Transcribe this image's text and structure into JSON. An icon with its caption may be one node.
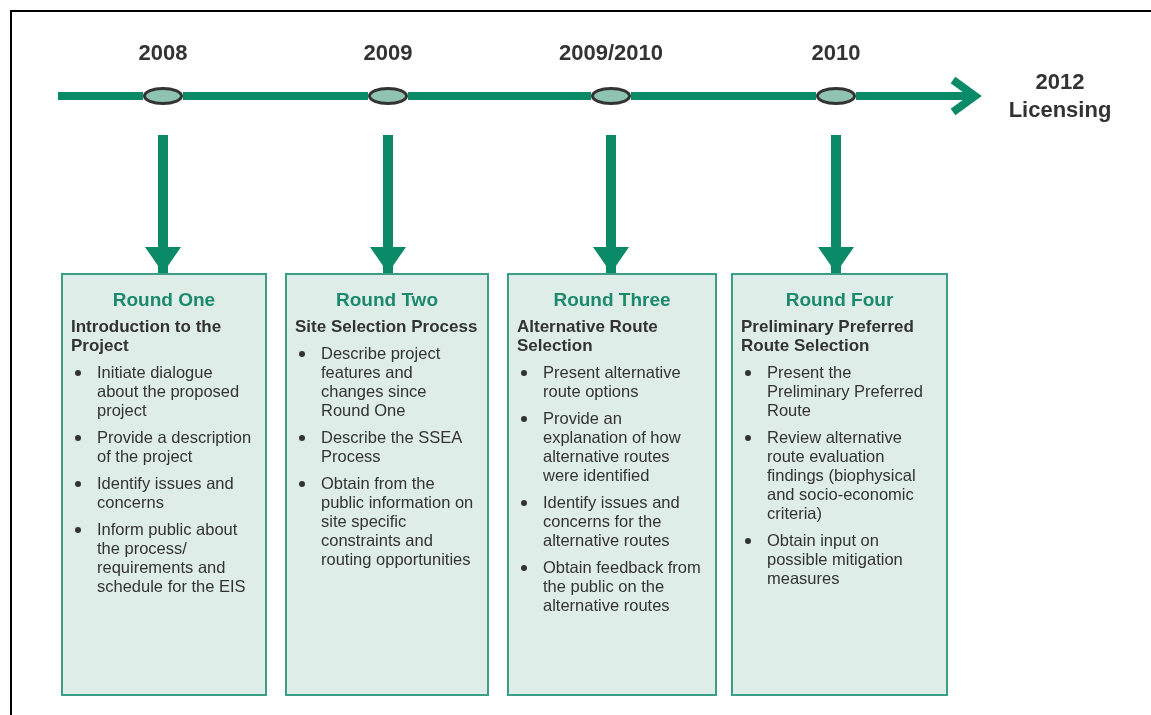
{
  "diagram": {
    "nodes": [
      {
        "text": [],
        "shape": "ellipse",
        "beside": [
          "2008"
        ]
      },
      {
        "text": [],
        "shape": "ellipse",
        "beside": [
          "2009"
        ]
      },
      {
        "text": [],
        "shape": "ellipse",
        "beside": [
          "2009/2010"
        ]
      },
      {
        "text": [],
        "shape": "ellipse",
        "beside": [
          "2010"
        ]
      },
      {
        "text": [
          "2012 Licensing"
        ]
      },
      {
        "text": [
          "Round One",
          "Introduction to the Project",
          "Initiate dialogue about the proposed project",
          "Provide a description of the project",
          "Identify issues and concerns",
          "Inform public about the process/ requirements and schedule for the EIS"
        ]
      },
      {
        "text": [
          "Round Two",
          "Site Selection Process",
          "Describe project features and changes since Round One",
          "Describe the SSEA Process",
          "Obtain from the public information on site specific constraints and routing opportunities"
        ]
      },
      {
        "text": [
          "Round Three",
          "Alternative Route Selection",
          "Present alternative route options",
          "Provide an explanation of how alternative routes were identified",
          "Identify issues and concerns for the alternative routes",
          "Obtain feedback from the public on the alternative routes"
        ]
      },
      {
        "text": [
          "Round Four",
          "Preliminary Preferred Route Selection",
          "Present the Preliminary Preferred Route",
          "Review alternative route evaluation findings (biophysical and socio-economic criteria)",
          "Obtain input on possible mitigation measures"
        ]
      }
    ],
    "edges": [
      {
        "from": null,
        "to": 0,
        "arrow": "none"
      },
      {
        "from": 0,
        "to": 1,
        "arrow": "none"
      },
      {
        "from": 1,
        "to": 2,
        "arrow": "none"
      },
      {
        "from": 2,
        "to": 3,
        "arrow": "none"
      },
      {
        "from": 3,
        "to": 4,
        "arrow": "to"
      },
      {
        "from": 0,
        "to": 5,
        "arrow": "to"
      },
      {
        "from": 1,
        "to": 6,
        "arrow": "to"
      },
      {
        "from": 2,
        "to": 7,
        "arrow": "to"
      },
      {
        "from": 3,
        "to": 8,
        "arrow": "to"
      }
    ]
  }
}
